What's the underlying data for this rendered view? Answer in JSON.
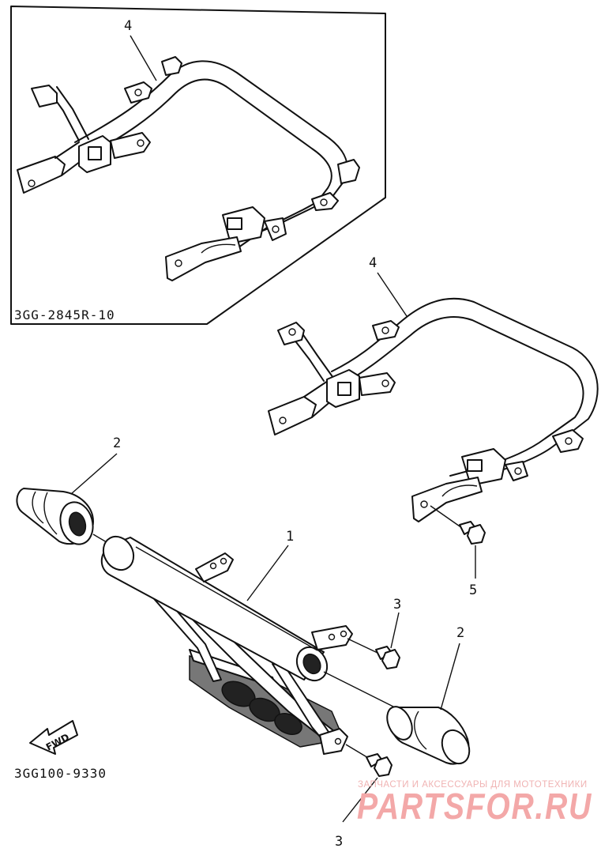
{
  "diagram": {
    "inset_code": "3GG-2845R-10",
    "main_code": "3GG100-9330",
    "direction_label": "FWD",
    "callouts": {
      "inset_frame": "4",
      "rear_frame": "4",
      "front_cap": "2",
      "rear_cap": "2",
      "guard_bar": "1",
      "bolt_right": "3",
      "bolt_bottom": "3",
      "bolt_frame": "5"
    }
  },
  "watermark": {
    "tagline": "ЗАПЧАСТИ И АКСЕССУАРЫ ДЛЯ МОТОТЕХНИКИ",
    "brand": "PARTSFOR.RU"
  }
}
